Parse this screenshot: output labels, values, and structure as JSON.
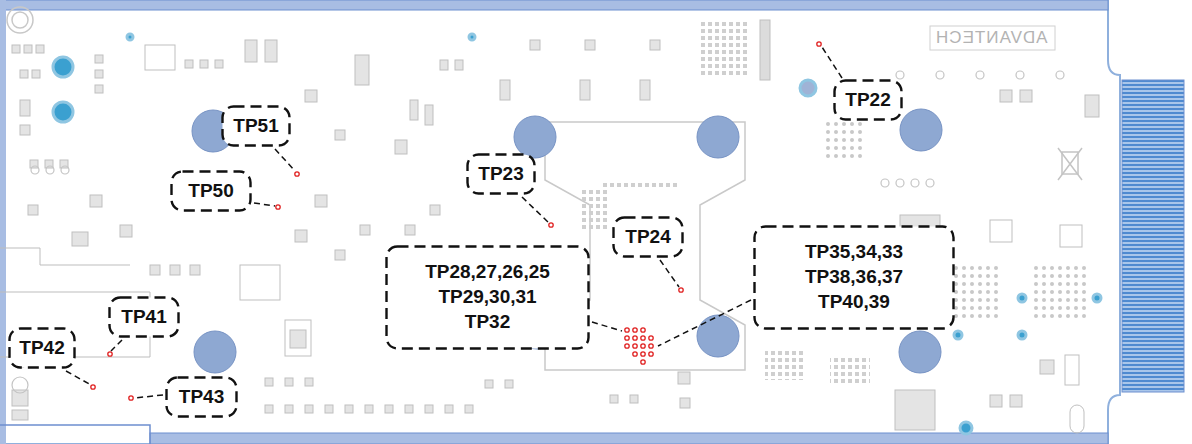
{
  "diagram": {
    "nodes": [
      {
        "text": [
          "TP22"
        ]
      },
      {
        "text": [
          "TP51"
        ]
      },
      {
        "text": [
          "TP23"
        ]
      },
      {
        "text": [
          "TP50"
        ]
      },
      {
        "text": [
          "TP24"
        ]
      },
      {
        "text": [
          "TP35,34,33 TP38,36,37 TP40,39"
        ]
      },
      {
        "text": [
          "TP28,27,26,25 TP29,30,31 TP32"
        ]
      },
      {
        "text": [
          "TP41"
        ]
      },
      {
        "text": [
          "TP42"
        ]
      },
      {
        "text": [
          "TP43"
        ]
      }
    ],
    "labels": [
      "ADVANTECH"
    ]
  }
}
